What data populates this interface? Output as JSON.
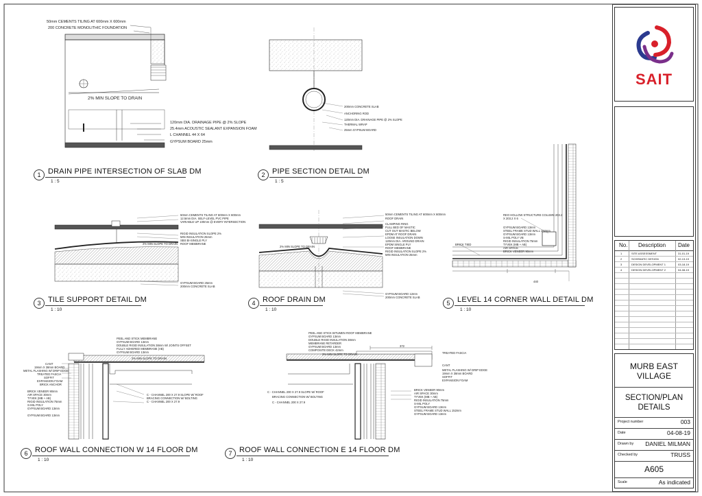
{
  "details": [
    {
      "num": "1",
      "title": "DRAIN PIPE INTERSECTION OF SLAB DM",
      "scale": "1 : 5"
    },
    {
      "num": "2",
      "title": "PIPE SECTION DETAIL DM",
      "scale": "1 : 5"
    },
    {
      "num": "3",
      "title": "TILE SUPPORT DETAIL DM",
      "scale": "1 : 10"
    },
    {
      "num": "4",
      "title": "ROOF DRAIN DM",
      "scale": "1 : 10"
    },
    {
      "num": "5",
      "title": "LEVEL 14 CORNER WALL DETAIL DM",
      "scale": "1 : 10"
    },
    {
      "num": "6",
      "title": "ROOF WALL CONNECTION W 14 FLOOR DM",
      "scale": "1 : 10"
    },
    {
      "num": "7",
      "title": "ROOF WALL CONNECTION E 14 FLOOR DM",
      "scale": "1 : 10"
    }
  ],
  "detail1": {
    "top_notes": [
      "50mm CEMENTS TILING AT 600mm X 600mm",
      "200 CONCRETE MONOLITHIC FOUNDATION"
    ],
    "slope": "2% MIN SLOPE TO DRAIN",
    "side_notes": [
      "120mm DIA. DRAINAGE PIPE @ 2% SLOPE",
      "25.4mm ACOUSTIC SEALANT EXPANSION FOAM",
      "L CHANNEL 44 X 64",
      "GYPSUM BOARD 25mm"
    ]
  },
  "detail2": {
    "notes": [
      "200mm CONCRETE SLAB",
      "ANCHORING ROD",
      "120mm DIA. DRAINAGE PIPE @ 2% SLOPE",
      "THERMAL WRAP",
      "25mm GYPSUM BOARD"
    ]
  },
  "detail3": {
    "notes": [
      "50mm CEMENTS TILING AT 600mm X 600mm",
      "12.5mm DIA. SELF-LEVEL PVC PIPE",
      "VARIABLE UP 100mm @ EVERY INTERSECTION"
    ],
    "mid_notes": [
      "RIGID INSULATION SLOPE 2%",
      "MIN INSULATION 25mm",
      "SBS BI-SINGLE PLY",
      "ROOF MEMBRANE"
    ],
    "slope": "2% MIN SLOPE TO DRAIN",
    "bottom_notes": [
      "GYPSUM BOARD 25mm",
      "200mm CONCRETE SLAB"
    ]
  },
  "detail4": {
    "notes": [
      "50mm CEMENTS TILING AT 600mm X 600mm",
      "ROOF DRAIN",
      "CLAMPING RING",
      "FULL BED OF MASTIC",
      "CUT OUT MASTIC BELOW",
      "EPDM AT ROOF DRAIN",
      "LOOSE INSULATION DOWN",
      "120mm DIA. AROUND DRAIN",
      "EPDM SINGLE PLY",
      "ROOF MEMBRANE",
      "RIGID INSULATION SLOPE 2%",
      "MIN INSULATION 25mm"
    ],
    "slope": "2% MIN SLOPE TO DRAIN",
    "bottom_notes": [
      "GYPSUM BOARD 12mm",
      "200mm CONCRETE SLAB"
    ]
  },
  "detail5": {
    "notes": [
      "REO HOLLOW STRUCTURE COLUMN 203.2",
      "X 203.2 X 6",
      "GYPSUM BOARD 13mm",
      "STEEL FRAME STUD WALL 152mm",
      "GYPSUM BOARD 13mm",
      "S-MIL POLY VB",
      "RIGID INSULATION 75mm",
      "TYVEK (MB + AB)",
      "AIR SPACE",
      "BRICK VENEER 90mm"
    ],
    "brick_tied": "BRICK TIED",
    "dim": "440"
  },
  "detail6": {
    "top_notes": [
      "PEEL AND STICK MEMBRANE",
      "GYPSUM BOARD 13mm",
      "DOUBLE RIGID INSULATION 38mm W/ JOINTS OFFSET",
      "FULLY ADHERED MEMBRANE (AB)",
      "GYPSUM BOARD 13mm"
    ],
    "slope": "2% MIN SLOPE TO DRAIN",
    "left_notes": [
      "CANT",
      "19mm X 38mm BOARD",
      "METAL FLASHING W/ DRIP EDGE",
      "TREATED FASCIA",
      "SOFFIT",
      "EXPANSION FOAM",
      "BRICK ANCHOR"
    ],
    "left_notes2": [
      "BRICK VENEER 90mm",
      "AIR SPACE 30mm",
      "TYVEK (MB + AB)",
      "RIGID INSULATION 75mm",
      "S-MIL POLY",
      "GYPSUM BOARD 13mm",
      "",
      "GYPSUM BOARD 13mm"
    ],
    "right_notes": [
      "C - CHANNEL 200 X 27.9 SLOPE W/ ROOF",
      "BRACING CONNECTION W/ BOLTING",
      "C - CHANNEL 200 X 27.9"
    ]
  },
  "detail7": {
    "top_notes": [
      "PEEL AND STICK BITUMEN ROOF MEMBRANE",
      "GYPSUM BOARD 13mm",
      "DOUBLE RIGID INSULATION 38mm",
      "MEMBRANE RETARDER",
      "GYPSUM BOARD 13mm",
      "COMPOSITE DECK 42mm"
    ],
    "slope": "2% MIN SLOPE TO DRAIN",
    "dim": "372",
    "right_top": [
      "TREATED FASCIA",
      "CANT",
      "METAL FLASHING W/ DRIP EDGE",
      "19mm X 38mm BOARD",
      "SOFFIT",
      "EXPANSION FOAM"
    ],
    "left_notes": [
      "C - CHANNEL 200 X 27.9 SLOPE W/ ROOF",
      "BRACING CONNECTION W/ BOLTING",
      "C - CHANNEL 200 X 27.9"
    ],
    "right_notes": [
      "BRICK VENEER 90mm",
      "AIR SPACE 30mm",
      "TYVEK (MB + AB)",
      "RIGID INSULATION 75mm",
      "S-MIL POLY",
      "GYPSUM BOARD 13mm",
      "STEEL FRAME STUD WALL 152mm",
      "GYPSUM BOARD 13mm"
    ]
  },
  "titleblock": {
    "logo_text": "SAIT",
    "rev_headers": [
      "No.",
      "Description",
      "Date"
    ],
    "revisions": [
      {
        "no": "1",
        "desc": "SITE ASSESSMENT",
        "date": "31-01-19"
      },
      {
        "no": "2",
        "desc": "SCHEMATIC DESIGN",
        "date": "02-13-19"
      },
      {
        "no": "3",
        "desc": "DESIGN DEVELOPMENT 1",
        "date": "03-18-19"
      },
      {
        "no": "4",
        "desc": "DESIGN DEVELOPMENT 2",
        "date": "04-08-19"
      }
    ],
    "project_name_1": "MURB EAST",
    "project_name_2": "VILLAGE",
    "sheet_name_1": "SECTION/PLAN",
    "sheet_name_2": "DETAILS",
    "project_number_label": "Project number",
    "project_number": "003",
    "date_label": "Date",
    "date": "04-08-19",
    "drawn_by_label": "Drawn by",
    "drawn_by": "DANIEL MILMAN",
    "checked_by_label": "Checked by",
    "checked_by": "TRUSS",
    "sheet_number": "A605",
    "scale_label": "Scale",
    "scale": "As indicated"
  },
  "colors": {
    "logo_red": "#d8202a",
    "logo_blue": "#2b3a8f",
    "logo_purple": "#7a2f8a",
    "line": "#222222"
  }
}
